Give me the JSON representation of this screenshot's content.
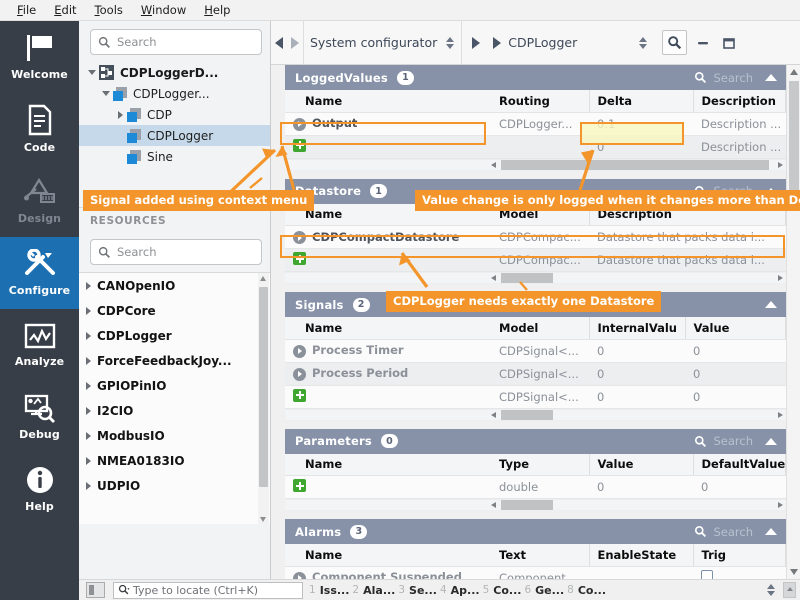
{
  "menubar": {
    "items": [
      "File",
      "Edit",
      "Tools",
      "Window",
      "Help"
    ]
  },
  "activitybar": {
    "items": [
      {
        "label": "Welcome",
        "icon": "flag-icon",
        "state": "normal"
      },
      {
        "label": "Code",
        "icon": "document-code-icon",
        "state": "normal"
      },
      {
        "label": "Design",
        "icon": "design-tools-icon",
        "state": "disabled"
      },
      {
        "label": "Configure",
        "icon": "wrench-screwdriver-icon",
        "state": "selected"
      },
      {
        "label": "Analyze",
        "icon": "waveform-chart-icon",
        "state": "normal"
      },
      {
        "label": "Debug",
        "icon": "monitor-magnifier-icon",
        "state": "normal"
      },
      {
        "label": "Help",
        "icon": "info-circle-icon",
        "state": "normal"
      }
    ]
  },
  "left_panel": {
    "search": {
      "placeholder": "Search",
      "value": ""
    },
    "tree": [
      {
        "label": "CDPLoggerD...",
        "indent": 0,
        "caret": "down",
        "icon": "project-root-icon",
        "bold": true,
        "selected": false
      },
      {
        "label": "CDPLogger...",
        "indent": 1,
        "caret": "down",
        "icon": "component-icon",
        "bold": false,
        "selected": false
      },
      {
        "label": "CDP",
        "indent": 2,
        "caret": "right",
        "icon": "component-icon",
        "bold": false,
        "selected": false
      },
      {
        "label": "CDPLogger",
        "indent": 2,
        "caret": "none",
        "icon": "component-icon",
        "bold": false,
        "selected": true
      },
      {
        "label": "Sine",
        "indent": 2,
        "caret": "none",
        "icon": "component-icon",
        "bold": false,
        "selected": false
      }
    ],
    "resources_header": "RESOURCES",
    "resources_search": {
      "placeholder": "Search",
      "value": ""
    },
    "resources": [
      "CANOpenIO",
      "CDPCore",
      "CDPLogger",
      "ForceFeedbackJoy...",
      "GPIOPinIO",
      "I2CIO",
      "ModbusIO",
      "NMEA0183IO",
      "UDPIO"
    ]
  },
  "navbar": {
    "back_icon": "nav-back-arrow-icon",
    "forward_icon": "nav-forward-arrow-icon",
    "breadcrumb_combo_1": "System configurator",
    "breadcrumb_combo_2": "CDPLogger",
    "search_icon": "search-icon",
    "minimize_icon": "minimize-icon",
    "maximize_icon": "maximize-icon"
  },
  "sections": [
    {
      "title": "LoggedValues",
      "count": "1",
      "search_placeholder": "Search",
      "has_search": true,
      "columns": [
        "Name",
        "Routing",
        "Delta",
        "Description"
      ],
      "rows": [
        {
          "leading": "arrow",
          "cells": [
            "Output",
            "CDPLogger...",
            "0.1",
            "Description ..."
          ],
          "name_active": true
        },
        {
          "leading": "plus",
          "cells": [
            "",
            "",
            "0",
            "Description ..."
          ],
          "name_active": false
        }
      ]
    },
    {
      "title": "Datastore",
      "count": "1",
      "search_placeholder": "Search",
      "has_search": true,
      "columns": [
        "Name",
        "Model",
        "Description"
      ],
      "rows": [
        {
          "leading": "arrow",
          "cells": [
            "CDPCompactDatastore",
            "CDPCompac...",
            "Datastore that packs data i..."
          ],
          "name_active": true
        },
        {
          "leading": "plus",
          "cells": [
            "",
            "CDPCompac...",
            "Datastore that packs data i..."
          ],
          "name_active": false
        }
      ]
    },
    {
      "title": "Signals",
      "count": "2",
      "search_placeholder": "Search",
      "has_search": false,
      "columns": [
        "Name",
        "Model",
        "InternalValu",
        "Value"
      ],
      "rows": [
        {
          "leading": "arrow",
          "cells": [
            "Process Timer",
            "CDPSignal<...",
            "0",
            "0"
          ],
          "name_active": false
        },
        {
          "leading": "arrow",
          "cells": [
            "Process Period",
            "CDPSignal<...",
            "0",
            "0"
          ],
          "name_active": false
        },
        {
          "leading": "plus",
          "cells": [
            "",
            "CDPSignal<...",
            "0",
            "0"
          ],
          "name_active": false
        }
      ]
    },
    {
      "title": "Parameters",
      "count": "0",
      "search_placeholder": "Search",
      "has_search": true,
      "columns": [
        "Name",
        "Type",
        "Value",
        "DefaultValue"
      ],
      "rows": [
        {
          "leading": "plus",
          "cells": [
            "",
            "double",
            "0",
            "0"
          ],
          "name_active": false
        }
      ]
    },
    {
      "title": "Alarms",
      "count": "3",
      "search_placeholder": "Search",
      "has_search": true,
      "columns": [
        "Name",
        "Text",
        "EnableState",
        "Trig"
      ],
      "rows": [
        {
          "leading": "arrow",
          "cells": [
            "Component Suspended",
            "Component",
            "",
            "checkbox"
          ],
          "name_active": false
        }
      ]
    }
  ],
  "annotations": [
    {
      "text": "Signal added using context menu"
    },
    {
      "text": "Value change is only logged when it changes more than Delta"
    },
    {
      "text": "CDPLogger needs exactly one Datastore"
    }
  ],
  "statusbar": {
    "locate_placeholder": "Type to locate (Ctrl+K)",
    "tabs": [
      {
        "num": "1",
        "label": "Iss..."
      },
      {
        "num": "2",
        "label": "Ala..."
      },
      {
        "num": "3",
        "label": "Se..."
      },
      {
        "num": "4",
        "label": "Ap..."
      },
      {
        "num": "5",
        "label": "Co..."
      },
      {
        "num": "6",
        "label": "Ge..."
      },
      {
        "num": "8",
        "label": "Co..."
      }
    ]
  },
  "colors": {
    "accent_orange": "#f3952a",
    "selected_blue": "#1c6fb0",
    "section_header": "#8792a8",
    "activity_bar": "#373e47",
    "highlight_yellow": "#f8f6be",
    "add_green": "#3fa72f"
  }
}
